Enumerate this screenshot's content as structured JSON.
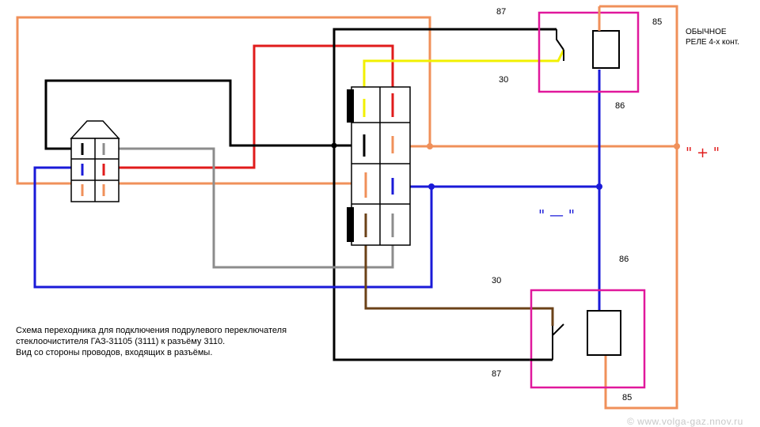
{
  "caption": {
    "line1": "Схема переходника для подключения подрулевого переключателя",
    "line2": "стеклоочистителя ГАЗ-31105 (3111) к разъёму 3110.",
    "line3": "Вид со стороны проводов, входящих в разъёмы."
  },
  "relay_note": {
    "line1": "ОБЫЧНОЕ",
    "line2": "РЕЛЕ 4-х конт."
  },
  "relay_top": {
    "pin87": "87",
    "pin85": "85",
    "pin30": "30",
    "pin86": "86"
  },
  "relay_bottom": {
    "pin86": "86",
    "pin30": "30",
    "pin87": "87",
    "pin85": "85"
  },
  "handwritten": {
    "plus": "\" + \"",
    "minus": "\" — \""
  },
  "watermark": "© www.volga-gaz.nnov.ru",
  "colors": {
    "orange": "#f0905a",
    "red": "#e01b1b",
    "yellow": "#f2f000",
    "black": "#000000",
    "blue": "#1a1ad8",
    "gray": "#8c8c8c",
    "brown": "#6b4218",
    "magenta": "#e0189c"
  }
}
